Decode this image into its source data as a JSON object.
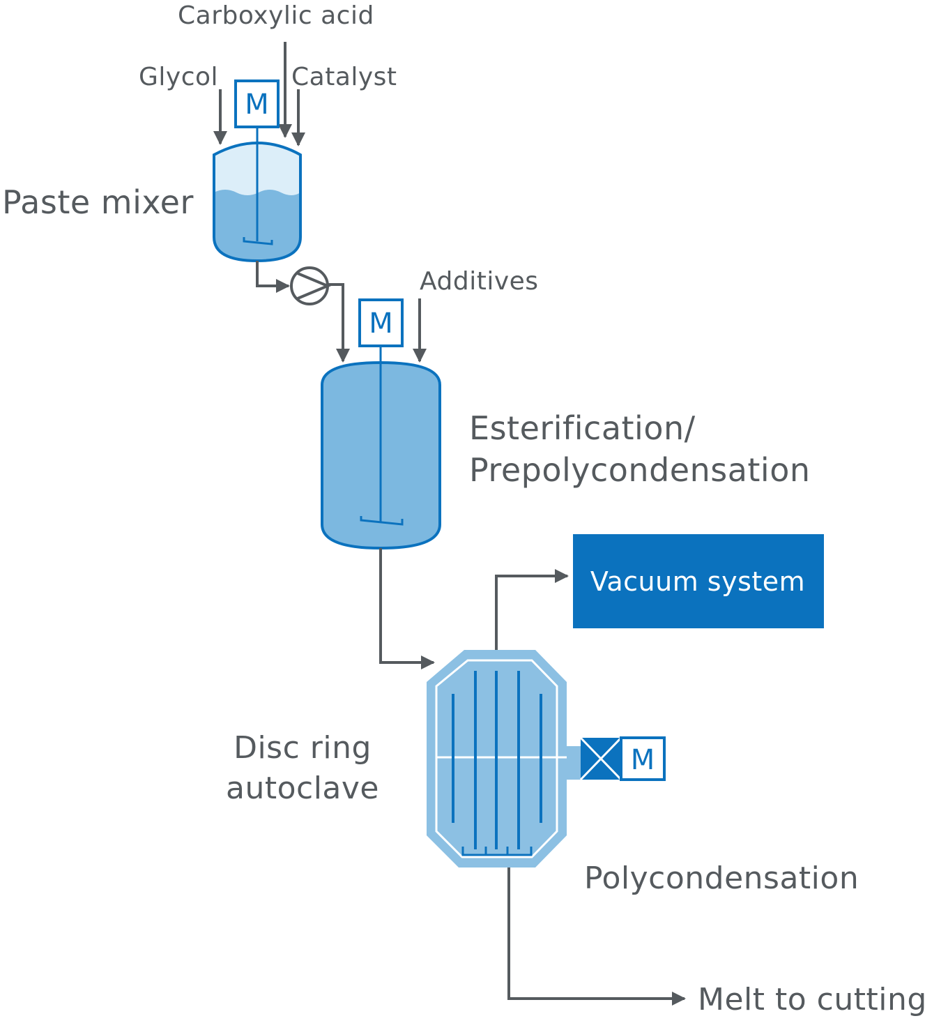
{
  "inputs": {
    "carboxylic_acid": "Carboxylic acid",
    "glycol": "Glycol",
    "catalyst": "Catalyst",
    "additives": "Additives"
  },
  "equipment": {
    "paste_mixer": "Paste mixer",
    "esterification_line1": "Esterification/",
    "esterification_line2": "Prepolycondensation",
    "disc_ring_line1": "Disc ring",
    "disc_ring_line2": "autoclave",
    "polycondensation": "Polycondensation",
    "vacuum_system": "Vacuum system"
  },
  "motor_label": "M",
  "output": "Melt to cutting",
  "colors": {
    "text_gray": "#555a5e",
    "vessel_fill": "#7cb8e0",
    "vessel_light": "#dceef9",
    "autoclave_fill": "#8cc0e3",
    "accent_blue": "#0b72be",
    "vacuum_box": "#0b72be"
  }
}
